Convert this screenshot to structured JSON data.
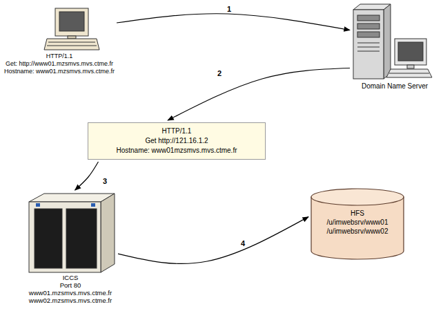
{
  "diagram": {
    "nodes": [
      {
        "text": [
          "HTTP/1.1",
          "Get: http://www01.mzsmvs.mvs.ctme.fr",
          "Hostname: www01.mzsmvs.mvs.ctme.fr"
        ]
      },
      {
        "text": [
          "Domain Name Server"
        ]
      },
      {
        "text": [
          "HTTP/1.1",
          "Get http://121.16.1.2",
          "Hostname: www01mzsmvs.mvs.ctme.fr"
        ]
      },
      {
        "text": [
          "ICCS",
          "Port 80",
          "www01.mzsmvs.mvs.ctme.fr",
          "www02.mzsmvs.mvs.ctme.fr"
        ]
      },
      {
        "text": [
          "HFS",
          "/u/imwebsrv/www01",
          "/u/imwebsrv/www02"
        ]
      }
    ],
    "edges": [
      {
        "from": 0,
        "to": 1,
        "arrow": "to",
        "label": "1"
      },
      {
        "from": 1,
        "to": 2,
        "arrow": "to",
        "label": "2"
      },
      {
        "from": 2,
        "to": 3,
        "arrow": "to",
        "label": "3"
      },
      {
        "from": 3,
        "to": 4,
        "arrow": "to",
        "label": "4"
      }
    ]
  }
}
